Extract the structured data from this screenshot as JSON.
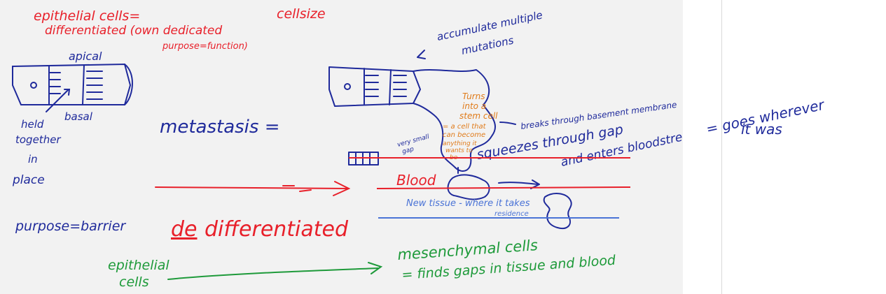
{
  "notes": {
    "epithelial_line1": "epithelial cells=",
    "epithelial_line2": "differentiated (own dedicated",
    "epithelial_line3": "purpose=function)",
    "cellsize": "cellsize",
    "apical": "apical",
    "held": "held",
    "basal": "basal",
    "together": "together",
    "in": "in",
    "place": "place",
    "purpose_barrier": "purpose=barrier",
    "metastasis": "metastasis =",
    "accumulate_line1": "accumulate multiple",
    "accumulate_line2": "mutations",
    "turns_line1": "Turns",
    "turns_line2": "into a",
    "turns_line3": "stem cell",
    "stem_line1": "= a cell that",
    "stem_line2": "can become",
    "stem_line3": "anything it",
    "stem_line4": "wants to",
    "stem_line5": "be",
    "very_small_gap": "very small",
    "gap_word": "gap",
    "breaks_through": "breaks through basement membrane",
    "squeezes": "squeezes through gap",
    "enters_bloodstream": "and enters bloodstream",
    "goes_wherever_1": "= goes wherever",
    "goes_wherever_2": "it was",
    "blood": "Blood",
    "new_tissue": "New tissue - where it takes",
    "residence": "residence",
    "dedifferentiated_de": "de",
    "dedifferentiated_rest": "differentiated",
    "epithelial_bottom_1": "epithelial",
    "epithelial_bottom_2": "cells",
    "mesenchymal_1": "mesenchymal cells",
    "mesenchymal_2": "= finds gaps in tissue and blood"
  },
  "colors": {
    "canvas": "#f2f2f2",
    "red": "#e8202a",
    "blue": "#1f2a9b",
    "orange": "#e07b1a",
    "green": "#1e9a3a",
    "light_blue": "#4a73d6"
  }
}
